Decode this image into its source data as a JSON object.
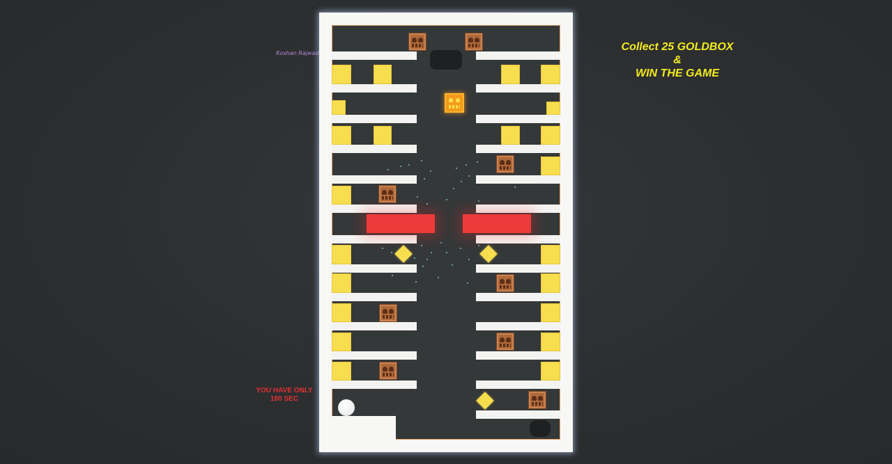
{
  "hud": {
    "credit": "Roshan Rajwade",
    "goal_line1": "Collect 25 GOLDBOX",
    "goal_line2": "&",
    "goal_line3": "WIN THE GAME",
    "timer_line1": "YOU HAVE ONLY",
    "timer_line2": "180 SEC"
  },
  "colors": {
    "background": "#2c2e30",
    "wall": "#f7f7f5",
    "gold_box": "#f6de4e",
    "crate": "#b06a3a",
    "laser": "#ee3a3a",
    "target_box": "#f39a1c",
    "goal_text": "#f2ec1e",
    "timer_text": "#e23131",
    "credit_text": "#b58bd6"
  },
  "icons": {
    "gold_box": "gold-box-icon",
    "crate": "crate-icon",
    "diamond": "gold-diamond-icon",
    "ball": "player-ball-icon",
    "target": "glowing-gold-box-icon"
  }
}
